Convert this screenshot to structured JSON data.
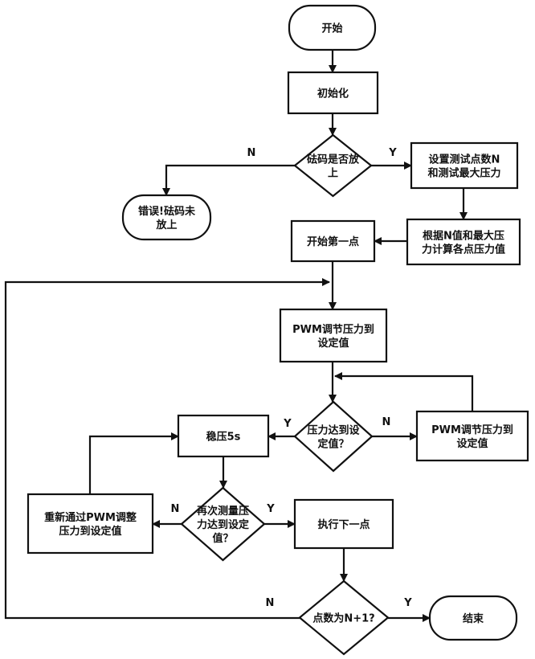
{
  "diagram": {
    "type": "flowchart",
    "colors": {
      "stroke": "#111111",
      "fill": "#ffffff",
      "text": "#111111"
    },
    "nodes": [
      {
        "id": "start",
        "shape": "terminal",
        "lines": [
          "开始"
        ]
      },
      {
        "id": "init",
        "shape": "process",
        "lines": [
          "初始化"
        ]
      },
      {
        "id": "check-weight",
        "shape": "decision",
        "lines": [
          "砝码是否放",
          "上"
        ]
      },
      {
        "id": "error-weight",
        "shape": "terminal",
        "lines": [
          "错误!砝码未",
          "放上"
        ]
      },
      {
        "id": "set-params",
        "shape": "process",
        "lines": [
          "设置测试点数N",
          "和测试最大压力"
        ]
      },
      {
        "id": "calc-pressure",
        "shape": "process",
        "lines": [
          "根据N值和最大压",
          "力计算各点压力值"
        ]
      },
      {
        "id": "first-point",
        "shape": "process",
        "lines": [
          "开始第一点"
        ]
      },
      {
        "id": "pwm-adjust-1",
        "shape": "process",
        "lines": [
          "PWM调节压力到",
          "设定值"
        ]
      },
      {
        "id": "check-pressure",
        "shape": "decision",
        "lines": [
          "压力达到设",
          "定值？"
        ]
      },
      {
        "id": "pwm-adjust-2",
        "shape": "process",
        "lines": [
          "PWM调节压力到",
          "设定值"
        ]
      },
      {
        "id": "stabilize",
        "shape": "process",
        "lines": [
          "稳压5s"
        ]
      },
      {
        "id": "recheck-pressure",
        "shape": "decision",
        "lines": [
          "再次测量压",
          "力达到设定",
          "值？"
        ]
      },
      {
        "id": "readjust",
        "shape": "process",
        "lines": [
          "重新通过PWM调整",
          "压力到设定值"
        ]
      },
      {
        "id": "next-point",
        "shape": "process",
        "lines": [
          "执行下一点"
        ]
      },
      {
        "id": "check-count",
        "shape": "decision",
        "lines": [
          "点数为N+1?"
        ]
      },
      {
        "id": "end",
        "shape": "terminal",
        "lines": [
          "结束"
        ]
      }
    ],
    "edges": [
      {
        "from": "start",
        "to": "init",
        "label": ""
      },
      {
        "from": "init",
        "to": "check-weight",
        "label": ""
      },
      {
        "from": "check-weight",
        "to": "set-params",
        "label": "Y"
      },
      {
        "from": "check-weight",
        "to": "error-weight",
        "label": "N"
      },
      {
        "from": "set-params",
        "to": "calc-pressure",
        "label": ""
      },
      {
        "from": "calc-pressure",
        "to": "first-point",
        "label": ""
      },
      {
        "from": "first-point",
        "to": "pwm-adjust-1",
        "label": ""
      },
      {
        "from": "pwm-adjust-1",
        "to": "check-pressure",
        "label": ""
      },
      {
        "from": "check-pressure",
        "to": "stabilize",
        "label": "Y"
      },
      {
        "from": "check-pressure",
        "to": "pwm-adjust-2",
        "label": "N"
      },
      {
        "from": "pwm-adjust-2",
        "to": "check-pressure",
        "label": ""
      },
      {
        "from": "stabilize",
        "to": "recheck-pressure",
        "label": ""
      },
      {
        "from": "recheck-pressure",
        "to": "next-point",
        "label": "Y"
      },
      {
        "from": "recheck-pressure",
        "to": "readjust",
        "label": "N"
      },
      {
        "from": "readjust",
        "to": "stabilize",
        "label": ""
      },
      {
        "from": "next-point",
        "to": "check-count",
        "label": ""
      },
      {
        "from": "check-count",
        "to": "end",
        "label": "Y"
      },
      {
        "from": "check-count",
        "to": "pwm-adjust-1",
        "label": "N"
      }
    ],
    "edge_labels": {
      "yes": "Y",
      "no": "N"
    }
  }
}
